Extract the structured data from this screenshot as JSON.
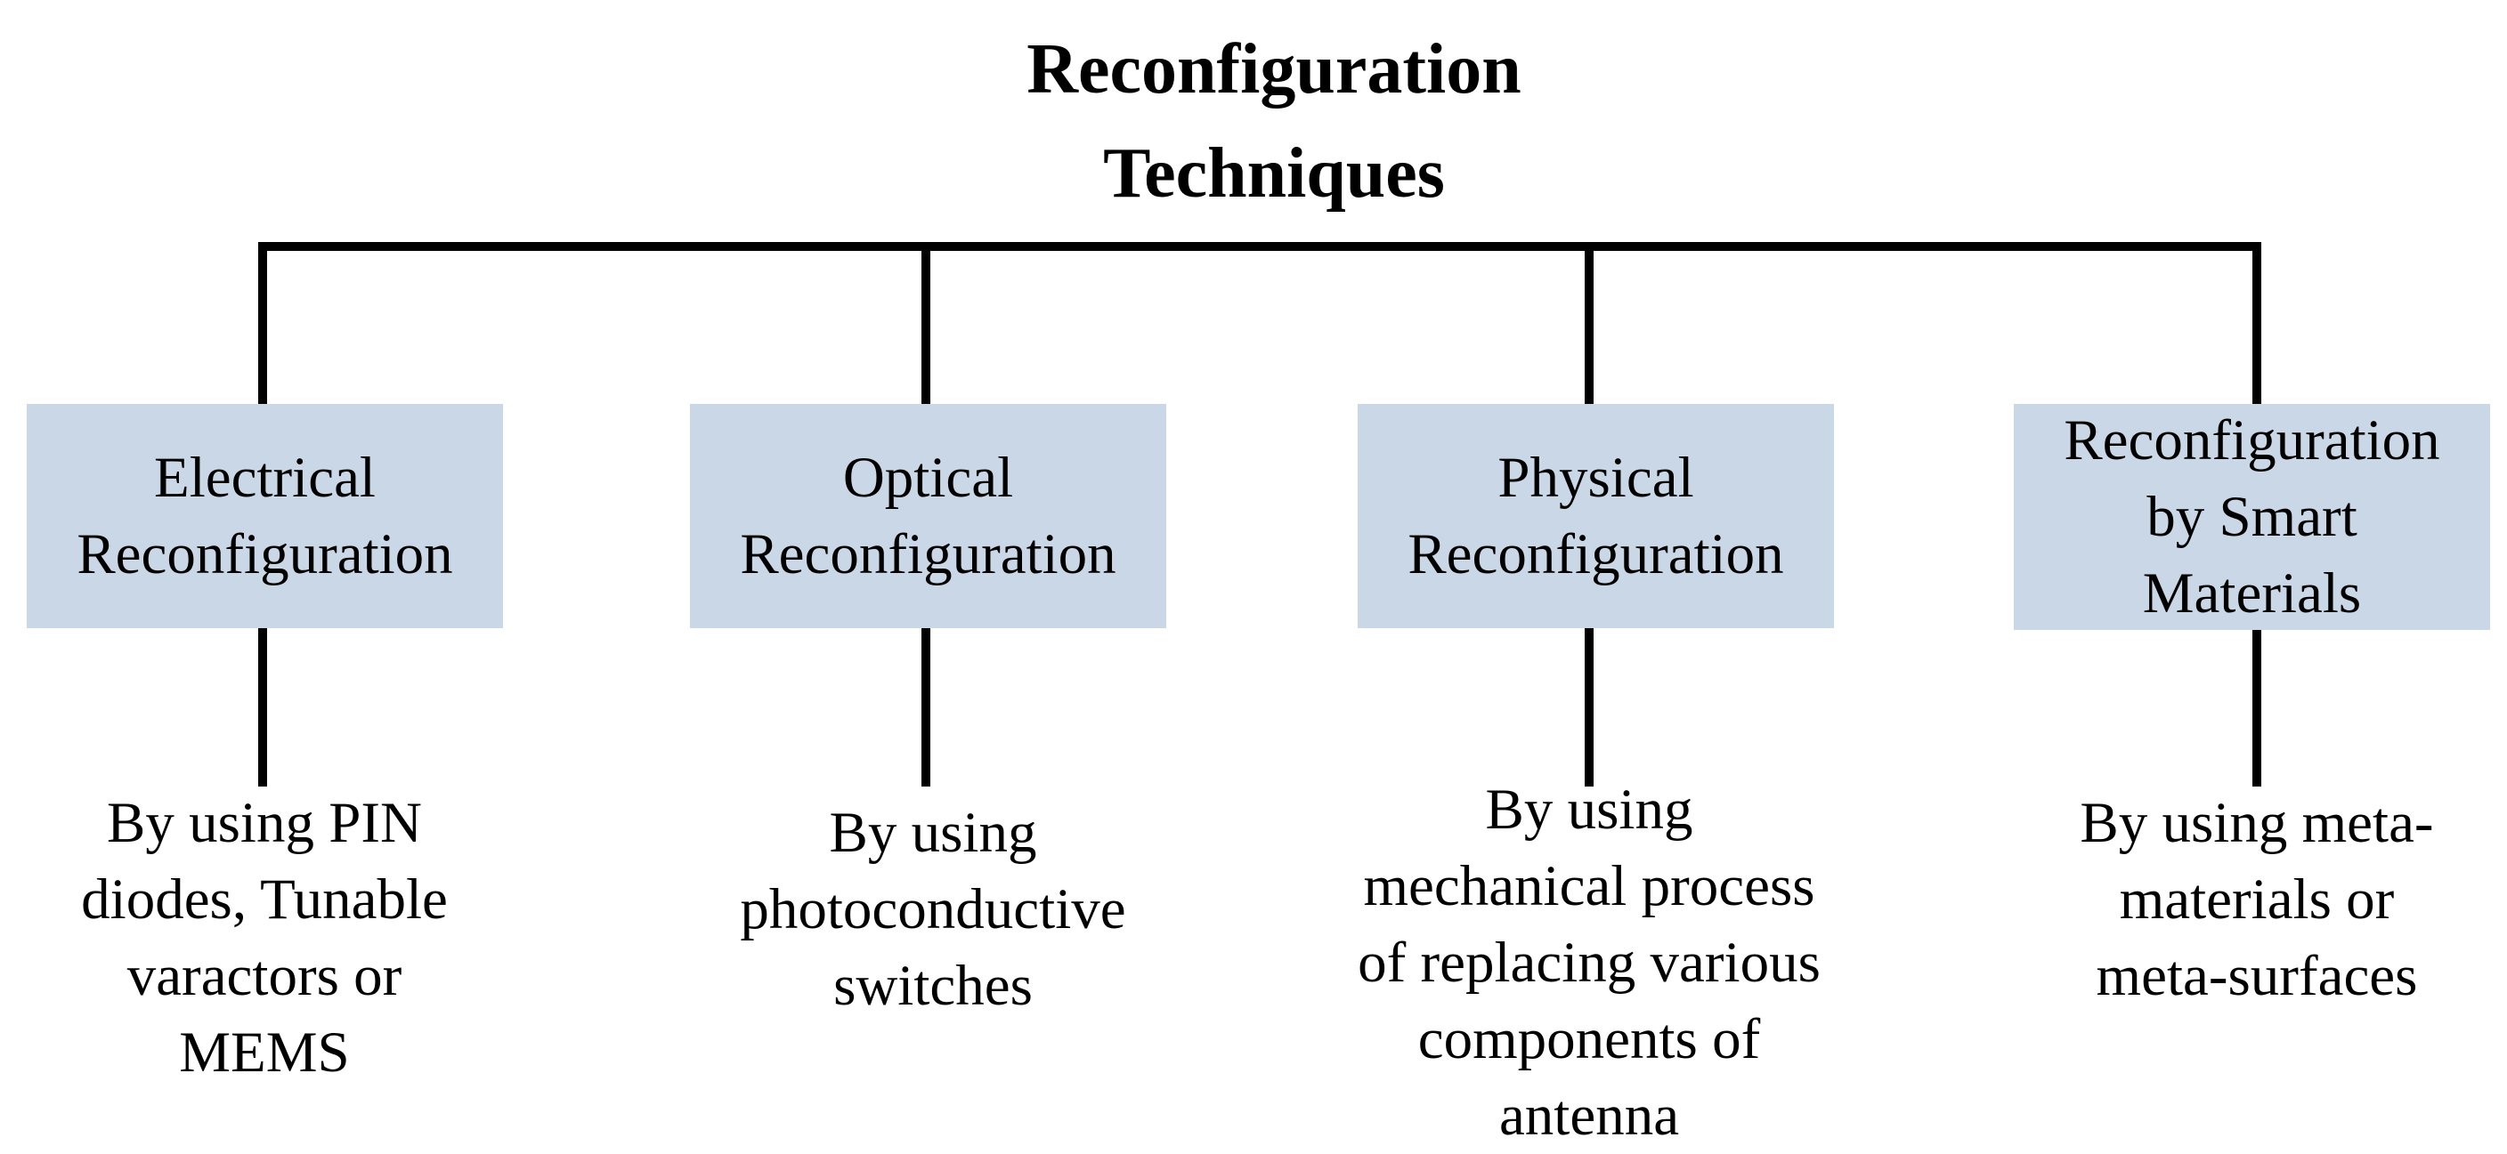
{
  "root": {
    "title": "Reconfiguration\nTechniques"
  },
  "categories": [
    {
      "label": "Electrical\nReconfiguration",
      "method": "By using PIN\ndiodes, Tunable\nvaractors or\nMEMS"
    },
    {
      "label": "Optical\nReconfiguration",
      "method": "By using\nphotoconductive\nswitches"
    },
    {
      "label": "Physical\nReconfiguration",
      "method": "By using\nmechanical process\nof replacing various\ncomponents of\nantenna"
    },
    {
      "label": "Reconfiguration\nby Smart\nMaterials",
      "method": "By using meta-\nmaterials or\nmeta-surfaces"
    }
  ],
  "colors": {
    "box_fill": "#c9d7e6",
    "line": "#000000",
    "text": "#000000"
  }
}
